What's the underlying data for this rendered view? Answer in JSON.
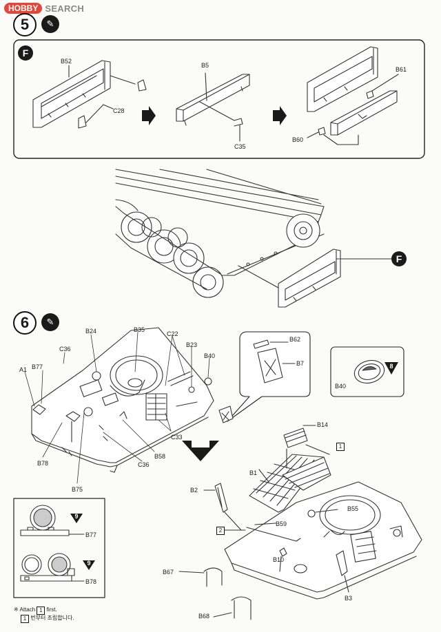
{
  "watermark": {
    "logo": "HOBBY",
    "text": "SEARCH"
  },
  "steps": [
    {
      "number": "5",
      "glue_icon": "cement-bottle-icon"
    },
    {
      "number": "6",
      "glue_icon": "cement-bottle-icon"
    }
  ],
  "sub_assembly": {
    "badge": "F"
  },
  "step5": {
    "parts": [
      "B52",
      "C28",
      "B5",
      "C35",
      "B61",
      "B60"
    ],
    "ref_badge": "F"
  },
  "step6": {
    "parts": [
      "B24",
      "B35",
      "C22",
      "B23",
      "C36",
      "B77",
      "A1",
      "B40",
      "C33",
      "B78",
      "C36",
      "B58",
      "B75",
      "B62",
      "B7",
      "B40",
      "B14",
      "B1",
      "B2",
      "B55",
      "B59",
      "B10",
      "B67",
      "B3",
      "B68"
    ],
    "ref_triangle_b40": "8",
    "inset_rows": [
      {
        "part": "B77",
        "triangle": "9"
      },
      {
        "part": "B78",
        "triangle": "9"
      }
    ],
    "callout_1": "1",
    "callout_2": "2"
  },
  "footer": {
    "box": "1",
    "line1_pre": "Attach",
    "line1_post": "first.",
    "line2": "번부터 조립합니다."
  },
  "colors": {
    "ink": "#1a1a1a",
    "watermark_red": "#e0493a",
    "line": "#333333"
  }
}
